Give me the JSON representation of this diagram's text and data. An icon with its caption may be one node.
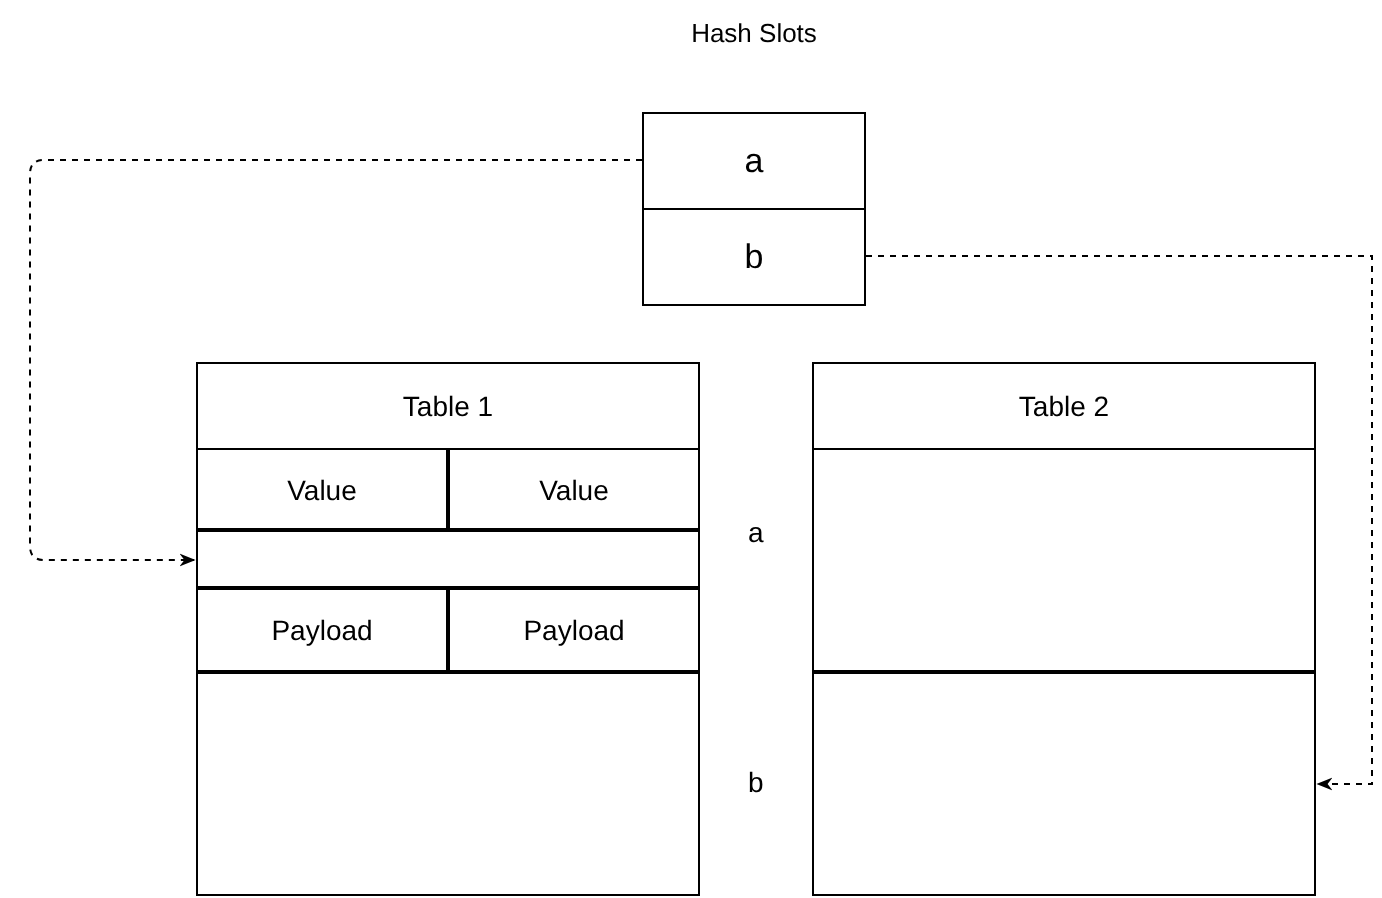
{
  "diagram": {
    "nodes": [
      {
        "text": [
          "Hash Slots"
        ]
      },
      {
        "text": [
          "a"
        ],
        "in": 0
      },
      {
        "text": [
          "b"
        ],
        "in": 0
      },
      {
        "text": [
          "Table 1"
        ]
      },
      {
        "text": [
          "Value"
        ],
        "in": 3
      },
      {
        "text": [
          "Value"
        ],
        "in": 3
      },
      {
        "text": [],
        "shape": "box",
        "in": 3
      },
      {
        "text": [
          "Payload"
        ],
        "in": 3
      },
      {
        "text": [
          "Payload"
        ],
        "in": 3
      },
      {
        "text": [],
        "shape": "box",
        "in": 3
      },
      {
        "text": [
          "Table 2"
        ]
      },
      {
        "text": [],
        "shape": "box",
        "in": 10
      },
      {
        "text": [],
        "shape": "box",
        "in": 10
      }
    ],
    "edges": [
      {
        "from": 1,
        "to": 6,
        "arrow": "to",
        "style": "dashed"
      },
      {
        "from": 2,
        "to": 12,
        "arrow": "to",
        "style": "dashed"
      }
    ],
    "labels": [
      "a",
      "b"
    ]
  }
}
